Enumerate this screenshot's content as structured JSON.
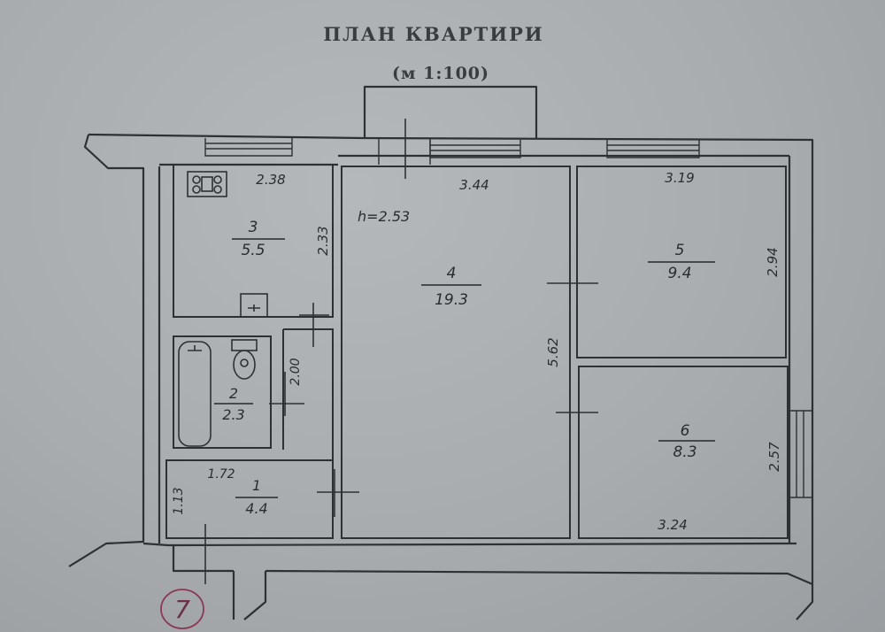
{
  "title": "ПЛАН КВАРТИРИ",
  "scale": "(м 1:100)",
  "colors": {
    "ink": "#2e3134",
    "paper": "#a8acae",
    "handwriting": "#26292c"
  },
  "rooms": [
    {
      "id": "3",
      "number": "3",
      "area": "5.5",
      "dim_top": "2.38",
      "dim_side": "2.33"
    },
    {
      "id": "4",
      "number": "4",
      "area": "19.3",
      "dim_top": "3.44",
      "dim_side": "5.62",
      "ceiling_height": "h=2.53"
    },
    {
      "id": "5",
      "number": "5",
      "area": "9.4",
      "dim_top": "3.19",
      "dim_side": "2.94"
    },
    {
      "id": "6",
      "number": "6",
      "area": "8.3",
      "dim_bottom": "3.24",
      "dim_side": "2.57"
    },
    {
      "id": "2",
      "number": "2",
      "area": "2.3",
      "dim_side": "2.00"
    },
    {
      "id": "1",
      "number": "1",
      "area": "4.4",
      "dim_top": "1.72",
      "dim_side": "1.13"
    }
  ],
  "apartment_number": "7"
}
